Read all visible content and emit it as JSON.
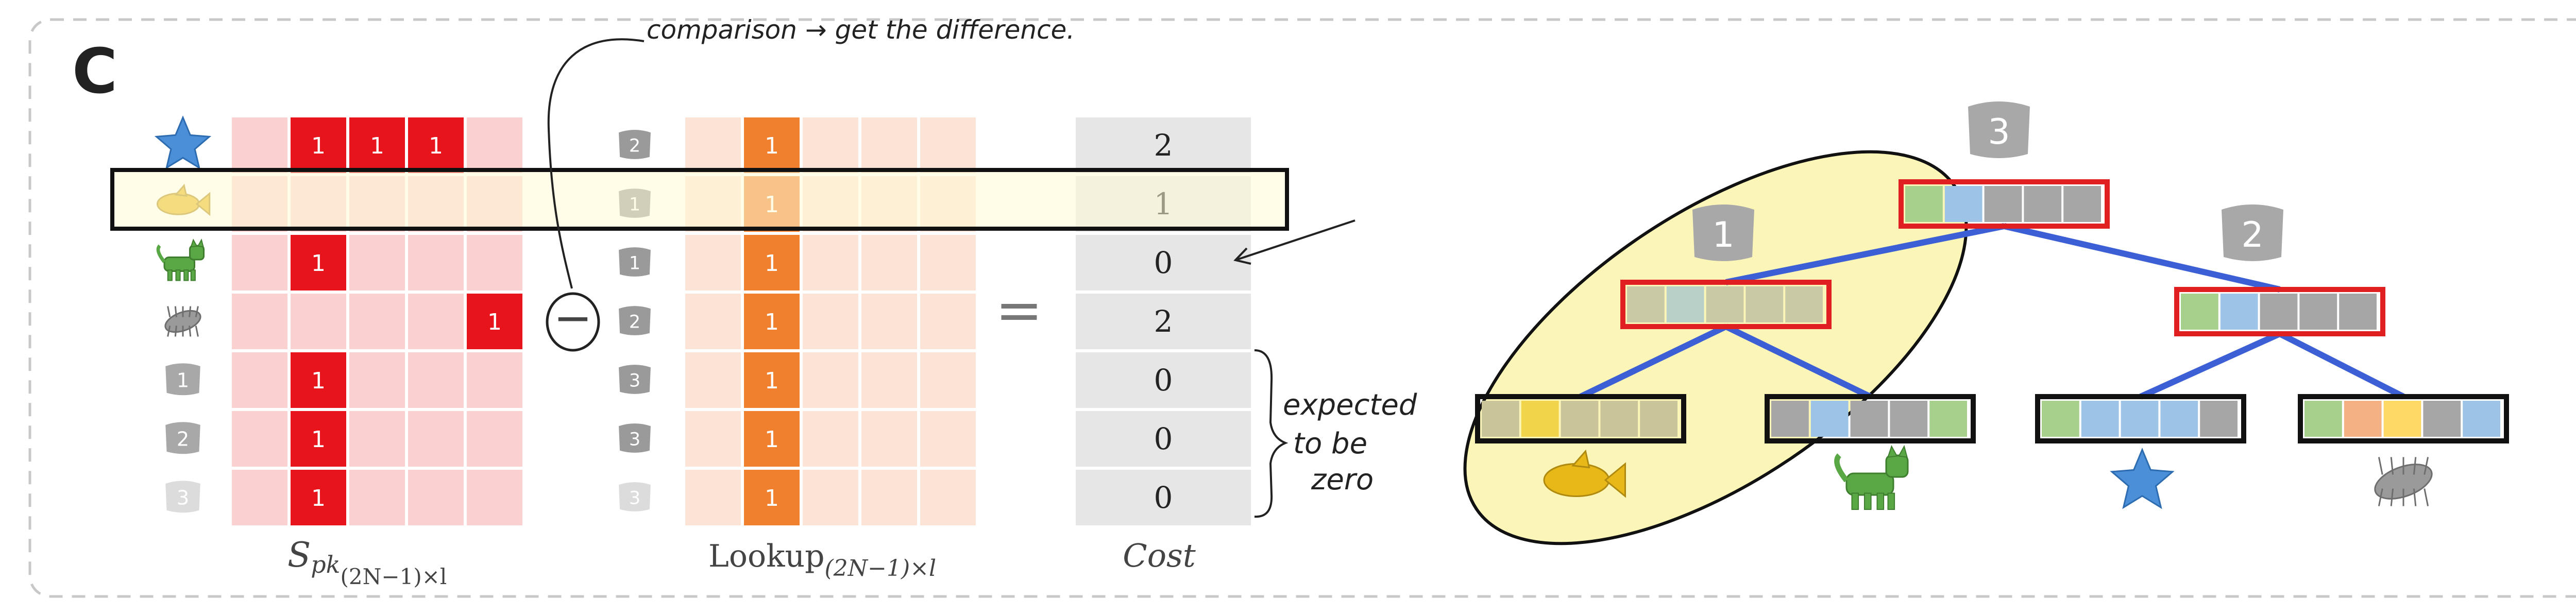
{
  "panel_label": "C",
  "annotations": {
    "comparison": "comparison → get the difference.",
    "expected": [
      "expected",
      "to be",
      "zero"
    ]
  },
  "operators": {
    "minus": "−",
    "equals": "="
  },
  "matrices": {
    "spk_label": "S",
    "spk_sub": "pk",
    "spk_subsub": "(2N−1)×l",
    "lookup_label": "Lookup",
    "lookup_sub": "(2N−1)×l",
    "cost_label": "Cost"
  },
  "rows": [
    {
      "left_icon": "star-icon",
      "left_color": "#4a8fd8",
      "mid_icon": "box-icon",
      "mid_num": "2",
      "mid_color": "#9a9a9a",
      "spk_ones": [
        1,
        2,
        3
      ],
      "cost": "2"
    },
    {
      "left_icon": "fish-icon",
      "left_color": "#e8b818",
      "mid_icon": "box-icon",
      "mid_num": "1",
      "mid_color": "#9a9a9a",
      "spk_ones": [],
      "cost": "1"
    },
    {
      "left_icon": "cat-icon",
      "left_color": "#5aa845",
      "mid_icon": "box-icon",
      "mid_num": "1",
      "mid_color": "#9a9a9a",
      "spk_ones": [
        1
      ],
      "cost": "0"
    },
    {
      "left_icon": "bug-icon",
      "left_color": "#9a9a9a",
      "mid_icon": "box-icon",
      "mid_num": "2",
      "mid_color": "#9a9a9a",
      "spk_ones": [
        4
      ],
      "cost": "2"
    },
    {
      "left_icon": "box-icon",
      "left_num": "1",
      "left_color": "#a8a8a8",
      "mid_icon": "box-icon",
      "mid_num": "3",
      "mid_color": "#9a9a9a",
      "spk_ones": [
        1
      ],
      "cost": "0"
    },
    {
      "left_icon": "box-icon",
      "left_num": "2",
      "left_color": "#a8a8a8",
      "mid_icon": "box-icon",
      "mid_num": "3",
      "mid_color": "#9a9a9a",
      "spk_ones": [
        1
      ],
      "cost": "0"
    },
    {
      "left_icon": "box-icon",
      "left_num": "3",
      "left_color": "#dcdcdc",
      "mid_icon": "box-icon",
      "mid_num": "3",
      "mid_color": "#dcdcdc",
      "spk_ones": [
        1
      ],
      "cost": "0"
    }
  ],
  "one_label": "1",
  "tree": {
    "nodes": [
      {
        "id": "n3",
        "label": "3",
        "colors": [
          "#a8d08d",
          "#9dc3e6",
          "#a6a6a6",
          "#a6a6a6",
          "#a6a6a6"
        ],
        "border": "#e02020"
      },
      {
        "id": "n1",
        "label": "1",
        "colors": [
          "#c9c9a6",
          "#b8d0c8",
          "#c9c9a6",
          "#c9c9a6",
          "#c9c9a6"
        ],
        "border": "#e02020"
      },
      {
        "id": "n2",
        "label": "2",
        "colors": [
          "#a8d08d",
          "#9dc3e6",
          "#a6a6a6",
          "#a6a6a6",
          "#a6a6a6"
        ],
        "border": "#e02020"
      },
      {
        "id": "fish",
        "label": "",
        "colors": [
          "#c9c49a",
          "#f2d44a",
          "#c9c49a",
          "#c9c49a",
          "#c9c49a"
        ],
        "border": "#111111"
      },
      {
        "id": "cat",
        "label": "",
        "colors": [
          "#a6a6a6",
          "#9dc3e6",
          "#a6a6a6",
          "#a6a6a6",
          "#a8d08d"
        ],
        "border": "#111111"
      },
      {
        "id": "star",
        "label": "",
        "colors": [
          "#a8d08d",
          "#9dc3e6",
          "#9dc3e6",
          "#9dc3e6",
          "#a6a6a6"
        ],
        "border": "#111111"
      },
      {
        "id": "bug",
        "label": "",
        "colors": [
          "#a8d08d",
          "#f4b183",
          "#ffd966",
          "#a6a6a6",
          "#9dc3e6"
        ],
        "border": "#111111"
      }
    ],
    "edge_color": "#3d5fd6"
  },
  "colors": {
    "spk_cell": "#fbd0d0",
    "spk_one": "#e8141c",
    "lookup_cell": "#fbe3d6",
    "lookup_col": "#f07f2e",
    "cost_cell": "#e6e6e6",
    "highlight": "#fffbd6",
    "ellipse": "#fbf6b8",
    "dash_border": "#c8c8c8"
  }
}
